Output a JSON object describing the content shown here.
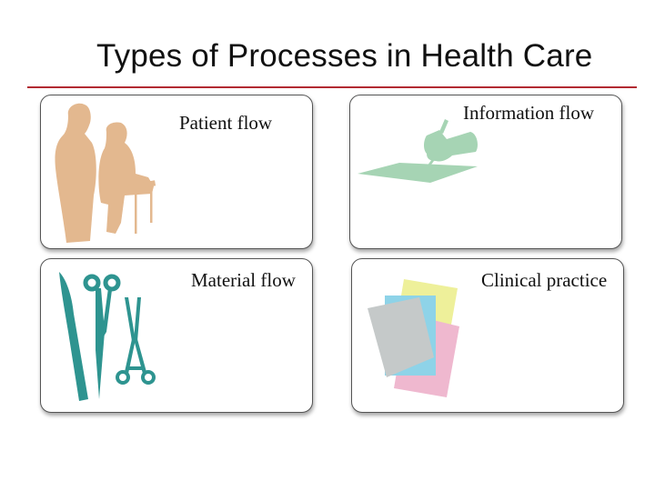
{
  "slide": {
    "title": "Types of Processes in Health Care",
    "accent_color": "#b22a32"
  },
  "cards": [
    {
      "label": "Patient flow",
      "icon": "doctor-patient-silhouette-icon",
      "color": "#e3b88f"
    },
    {
      "label": "Information flow",
      "icon": "hand-writing-icon",
      "color": "#a6d4b4"
    },
    {
      "label": "Material flow",
      "icon": "surgical-instruments-icon",
      "color": "#2e9490"
    },
    {
      "label": "Clinical practice",
      "icon": "stacked-papers-icon",
      "colors": [
        "#eef09a",
        "#8ed3e8",
        "#c5c9c9",
        "#efb8cf"
      ]
    }
  ]
}
